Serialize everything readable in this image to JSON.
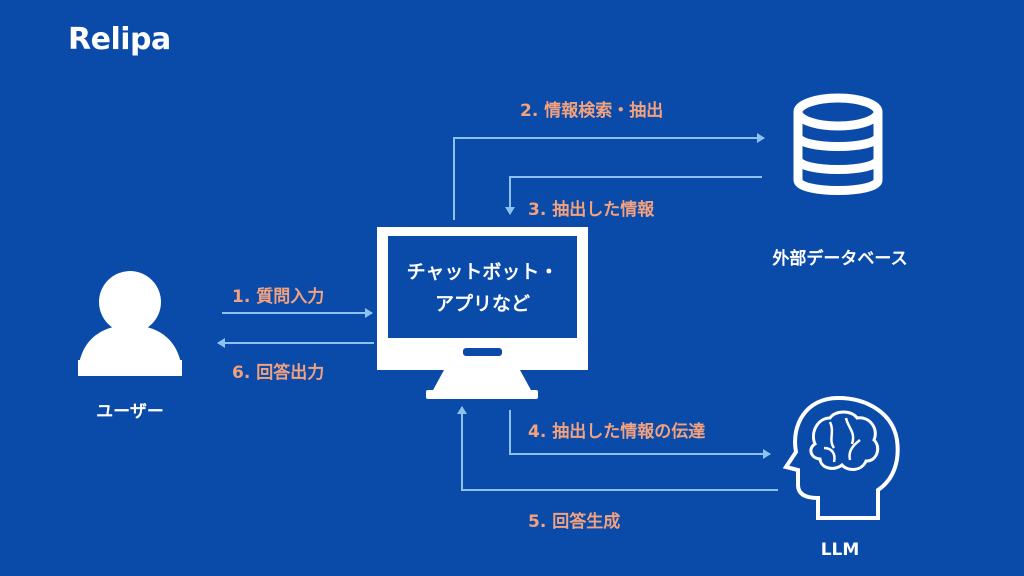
{
  "brand": {
    "logo_text": "Relipa"
  },
  "nodes": {
    "user": {
      "label": "ユーザー",
      "icon": "user-icon"
    },
    "app": {
      "line1": "チャットボット・",
      "line2": "アプリなど",
      "icon": "monitor-icon"
    },
    "database": {
      "label": "外部データベース",
      "icon": "database-icon"
    },
    "llm": {
      "label": "LLM",
      "icon": "brain-head-icon"
    }
  },
  "steps": [
    {
      "label": "1. 質問入力"
    },
    {
      "label": "2. 情報検索・抽出"
    },
    {
      "label": "3. 抽出した情報"
    },
    {
      "label": "4. 抽出した情報の伝達"
    },
    {
      "label": "5. 回答生成"
    },
    {
      "label": "6. 回答出力"
    }
  ],
  "colors": {
    "background": "#0a4aa8",
    "arrow": "#8ec2ee",
    "step_text": "#f2a27f",
    "icon": "#ffffff"
  }
}
